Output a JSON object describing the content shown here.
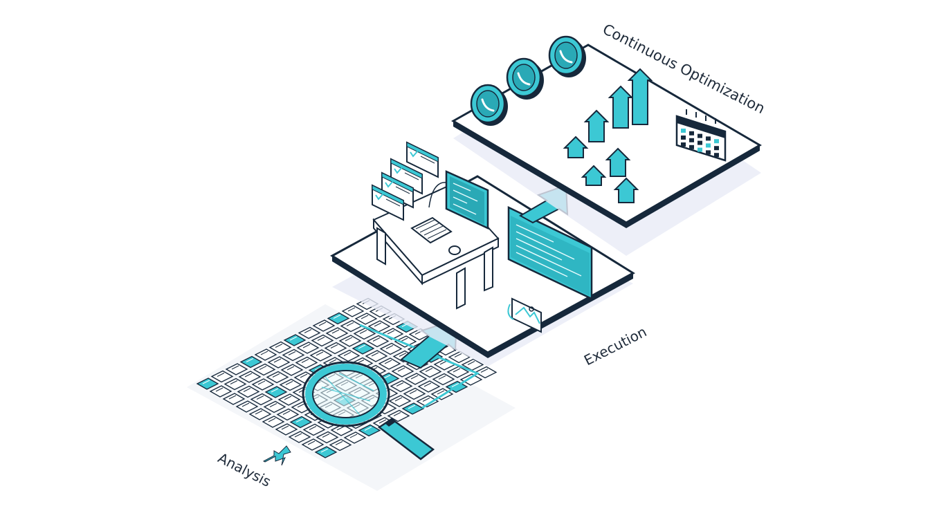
{
  "labels": {
    "analysis": "Analysis",
    "execution": "Execution",
    "optimization": "Continuous Optimization"
  },
  "colors": {
    "accent": "#3cc8d4",
    "outline": "#16283b",
    "platform_top": "#ffffff",
    "shadow": "#e8ebf6"
  },
  "icons": [
    "magnifying-glass-icon",
    "document-grid-icon",
    "checklist-card-icon",
    "code-window-icon",
    "desk-icon",
    "keyboard-icon",
    "mouse-icon",
    "image-file-icon",
    "phone-call-icon",
    "up-arrow-icon",
    "calendar-icon"
  ]
}
